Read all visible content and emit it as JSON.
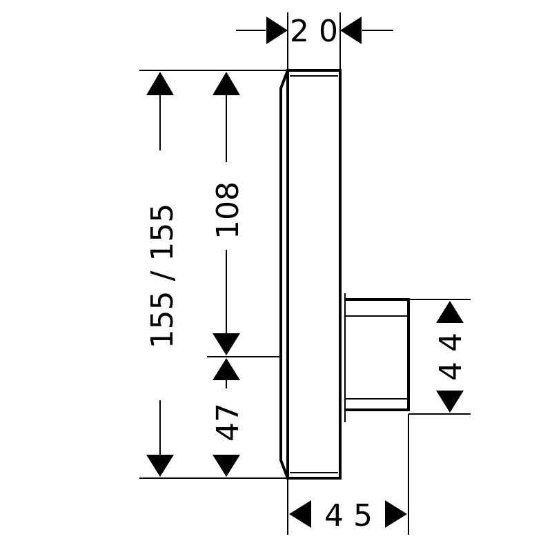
{
  "dimensions": {
    "depth_top": "2 0",
    "total_height": "155 / 155",
    "upper_height": "108",
    "lower_height": "47",
    "handle_height": "4 4",
    "overall_depth": "4 5"
  }
}
